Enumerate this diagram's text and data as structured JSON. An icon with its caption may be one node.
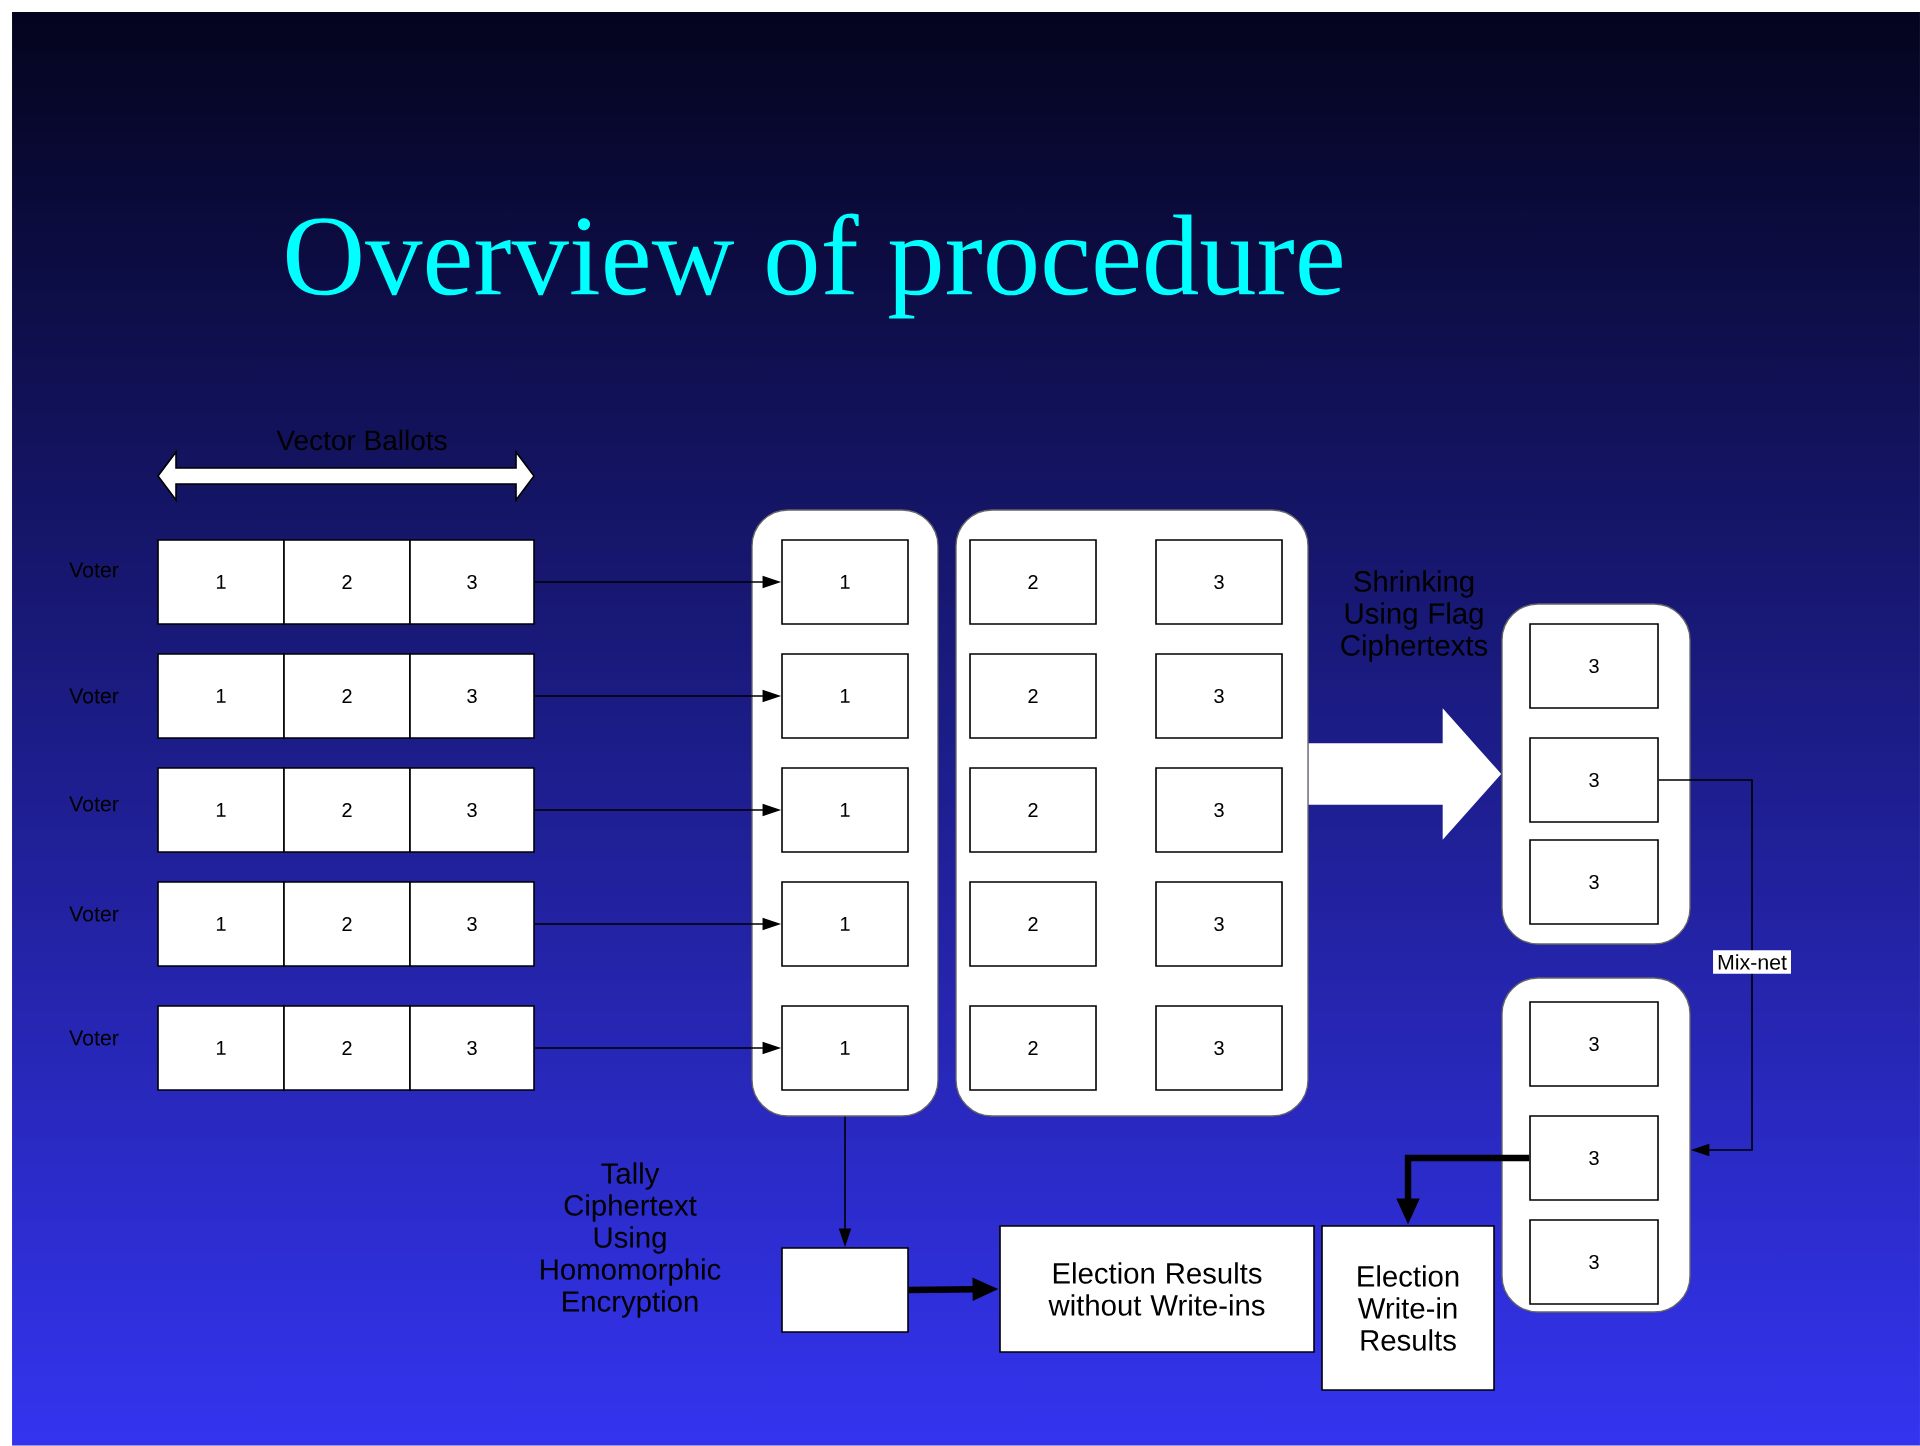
{
  "diagram": {
    "title": "Overview of procedure",
    "nodes": [
      {
        "text": [
          "1"
        ]
      },
      {
        "text": [
          "2"
        ]
      },
      {
        "text": [
          "3"
        ]
      },
      {
        "text": [
          "1"
        ]
      },
      {
        "text": [
          "2"
        ]
      },
      {
        "text": [
          "3"
        ]
      },
      {
        "text": [
          "1"
        ]
      },
      {
        "text": [
          "2"
        ]
      },
      {
        "text": [
          "3"
        ]
      },
      {
        "text": [
          "1"
        ]
      },
      {
        "text": [
          "2"
        ]
      },
      {
        "text": [
          "3"
        ]
      },
      {
        "text": [
          "1"
        ]
      },
      {
        "text": [
          "2"
        ]
      },
      {
        "text": [
          "3"
        ]
      },
      {
        "text": [],
        "shape": "box"
      },
      {
        "text": [
          "1"
        ],
        "in": 15
      },
      {
        "text": [
          "1"
        ],
        "in": 15
      },
      {
        "text": [
          "1"
        ],
        "in": 15
      },
      {
        "text": [
          "1"
        ],
        "in": 15
      },
      {
        "text": [
          "1"
        ],
        "in": 15
      },
      {
        "text": [],
        "shape": "box"
      },
      {
        "text": [
          "2"
        ],
        "in": 21
      },
      {
        "text": [
          "3"
        ],
        "in": 21
      },
      {
        "text": [
          "2"
        ],
        "in": 21
      },
      {
        "text": [
          "3"
        ],
        "in": 21
      },
      {
        "text": [
          "2"
        ],
        "in": 21
      },
      {
        "text": [
          "3"
        ],
        "in": 21
      },
      {
        "text": [
          "2"
        ],
        "in": 21
      },
      {
        "text": [
          "3"
        ],
        "in": 21
      },
      {
        "text": [
          "2"
        ],
        "in": 21
      },
      {
        "text": [
          "3"
        ],
        "in": 21
      },
      {
        "text": [],
        "shape": "box"
      },
      {
        "text": [
          "3"
        ],
        "in": 32
      },
      {
        "text": [
          "3"
        ],
        "in": 32
      },
      {
        "text": [
          "3"
        ],
        "in": 32
      },
      {
        "text": [],
        "shape": "box"
      },
      {
        "text": [
          "3"
        ],
        "in": 36
      },
      {
        "text": [
          "3"
        ],
        "in": 36
      },
      {
        "text": [
          "3"
        ],
        "in": 36
      },
      {
        "text": [],
        "shape": "box",
        "beside": [
          "Tally Ciphertext Using Homomorphic Encryption"
        ]
      },
      {
        "text": [
          "Election Results without Write-ins"
        ]
      },
      {
        "text": [
          "Election Write-in Results"
        ]
      }
    ],
    "edges": [
      {
        "from": 2,
        "to": 16,
        "arrow": "to"
      },
      {
        "from": 5,
        "to": 17,
        "arrow": "to"
      },
      {
        "from": 8,
        "to": 18,
        "arrow": "to"
      },
      {
        "from": 11,
        "to": 19,
        "arrow": "to"
      },
      {
        "from": 14,
        "to": 20,
        "arrow": "to"
      },
      {
        "from": 21,
        "to": 32,
        "arrow": "to",
        "label": "Shrinking Using Flag Ciphertexts",
        "style": "thick",
        "color": "#ffffff"
      },
      {
        "from": 34,
        "to": 36,
        "arrow": "to",
        "label": "Mix-net"
      },
      {
        "from": 15,
        "to": 40,
        "arrow": "to"
      },
      {
        "from": 40,
        "to": 41,
        "arrow": "to",
        "style": "thick"
      },
      {
        "from": 38,
        "to": 42,
        "arrow": "to",
        "style": "thick"
      }
    ],
    "labels": [
      "Vector Ballots",
      "Voter",
      "Voter",
      "Voter",
      "Voter",
      "Voter"
    ]
  }
}
